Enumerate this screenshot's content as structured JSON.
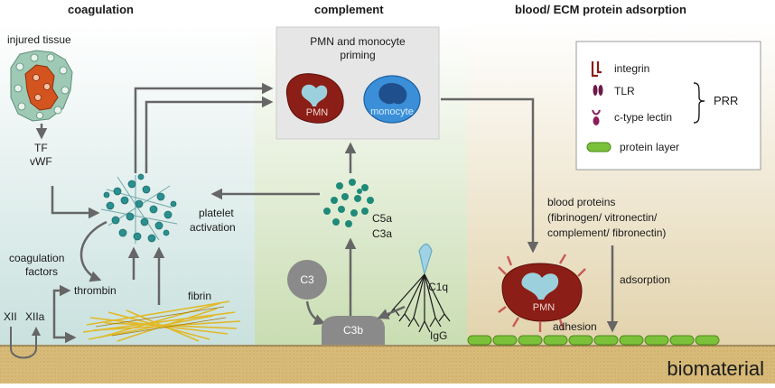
{
  "headers": {
    "coagulation": "coagulation",
    "complement": "complement",
    "adsorption": "blood/ ECM protein adsorption"
  },
  "coagulation": {
    "injured_tissue": "injured tissue",
    "tf": "TF",
    "vwf": "vWF",
    "platelet_line1": "platelet",
    "platelet_line2": "activation",
    "coag_factors_line1": "coagulation",
    "coag_factors_line2": "factors",
    "thrombin": "thrombin",
    "fibrin": "fibrin",
    "xii": "XII",
    "xiia": "XIIa"
  },
  "complement": {
    "priming_line1": "PMN and monocyte",
    "priming_line2": "priming",
    "pmn": "PMN",
    "monocyte": "monocyte",
    "c5a": "C5a",
    "c3a": "C3a",
    "c3": "C3",
    "c3b": "C3b",
    "c1q": "C1q",
    "igg": "IgG"
  },
  "legend": {
    "integrin": "integrin",
    "tlr": "TLR",
    "ctype": "c-type lectin",
    "prr": "PRR",
    "protein_layer": "protein layer"
  },
  "adsorption": {
    "line1": "blood proteins",
    "line2": "(fibrinogen/  vitronectin/",
    "line3": "complement/ fibronectin)",
    "adsorption": "adsorption",
    "adhesion": "adhesion",
    "pmn": "PMN"
  },
  "footer": {
    "biomaterial": "biomaterial"
  },
  "colors": {
    "coag_panel": "#dbe9e6",
    "comp_panel": "#d8e6c8",
    "ads_panel": "#e9dfc7",
    "biomaterial": "#d9bc7a",
    "pmn": "#8b1e16",
    "monocyte": "#3a8fd8",
    "platelet": "#1f8a8a",
    "arrow": "#666666"
  }
}
